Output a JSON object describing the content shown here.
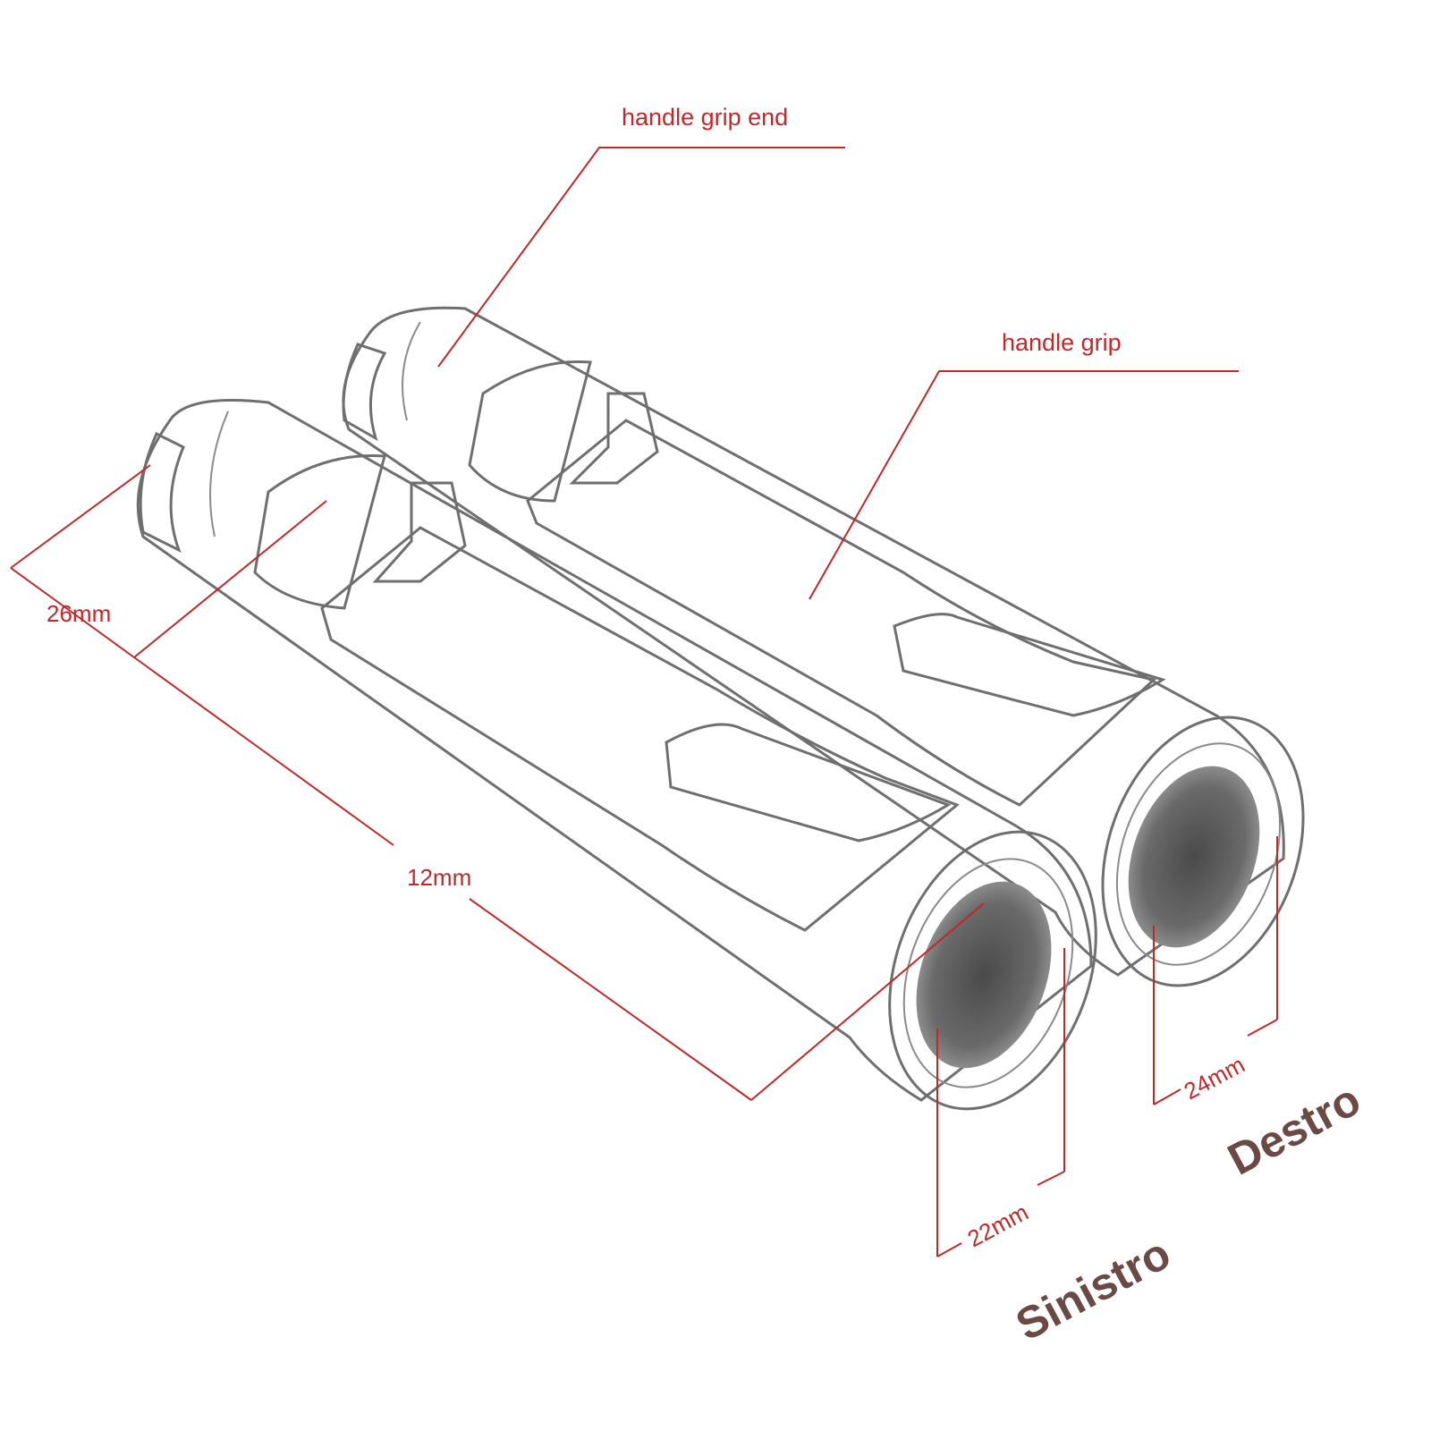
{
  "callouts": {
    "grip_end": "handle grip end",
    "grip": "handle grip"
  },
  "dimensions": {
    "end_diameter": "26mm",
    "length": "12mm",
    "left_bore": "22mm",
    "right_bore": "24mm"
  },
  "sides": {
    "left": "Sinistro",
    "right": "Destro"
  },
  "colors": {
    "annotation": "#c0282a",
    "side_label": "#6b4a46",
    "sketch_line": "#6f6f6f"
  }
}
